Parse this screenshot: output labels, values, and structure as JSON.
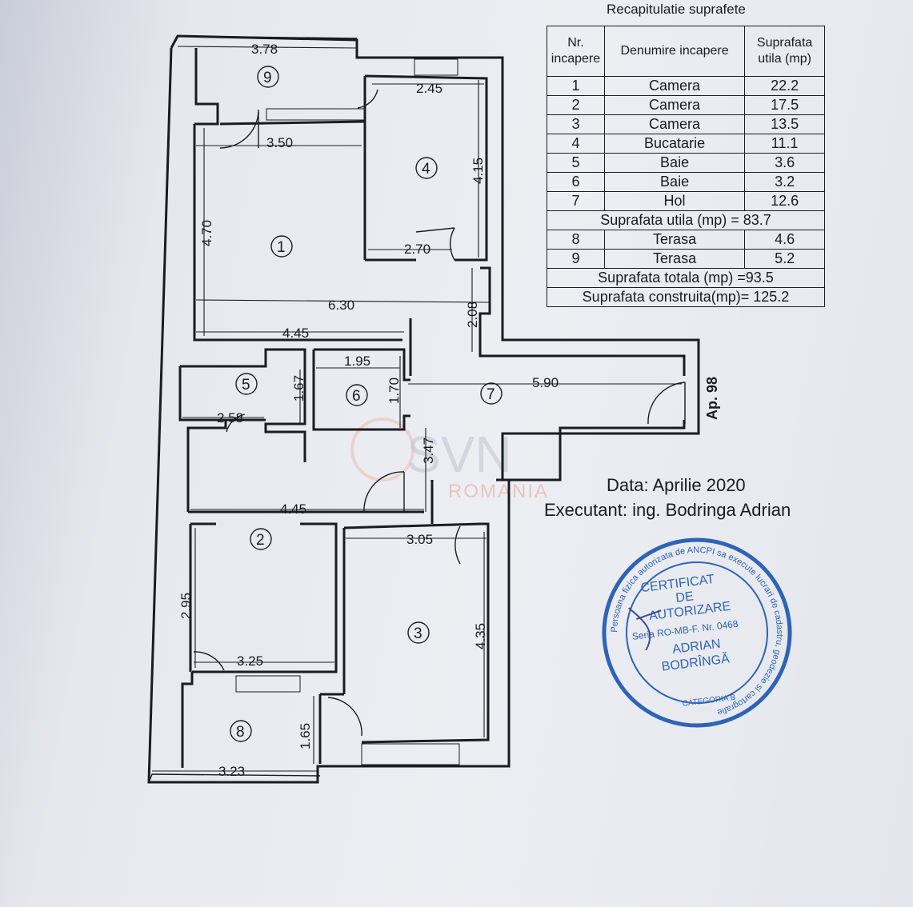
{
  "table": {
    "title": "Recapitulatie suprafete",
    "headers": {
      "nr": "Nr. incapere",
      "name": "Denumire incapere",
      "area": "Suprafata utila (mp)"
    },
    "rows": [
      {
        "nr": "1",
        "name": "Camera",
        "area": "22.2"
      },
      {
        "nr": "2",
        "name": "Camera",
        "area": "17.5"
      },
      {
        "nr": "3",
        "name": "Camera",
        "area": "13.5"
      },
      {
        "nr": "4",
        "name": "Bucatarie",
        "area": "11.1"
      },
      {
        "nr": "5",
        "name": "Baie",
        "area": "3.6"
      },
      {
        "nr": "6",
        "name": "Baie",
        "area": "3.2"
      },
      {
        "nr": "7",
        "name": "Hol",
        "area": "12.6"
      }
    ],
    "useful_total": "Suprafata utila (mp) = 83.7",
    "terrace_rows": [
      {
        "nr": "8",
        "name": "Terasa",
        "area": "4.6"
      },
      {
        "nr": "9",
        "name": "Terasa",
        "area": "5.2"
      }
    ],
    "total": "Suprafata totala (mp) =93.5",
    "built": "Suprafata construita(mp)= 125.2"
  },
  "info": {
    "date": "Data: Aprilie 2020",
    "executant": "Executant: ing. Bodringa  Adrian"
  },
  "plan": {
    "apartment": "Ap. 98",
    "rooms": [
      "1",
      "2",
      "3",
      "4",
      "5",
      "6",
      "7",
      "8",
      "9"
    ],
    "dims": {
      "d378": "3.78",
      "d245": "2.45",
      "d350": "3.50",
      "d415": "4.15",
      "d470": "4.70",
      "d270": "2.70",
      "d630": "6.30",
      "d208": "2.08",
      "d445a": "4.45",
      "d195": "1.95",
      "d167": "1.67",
      "d170": "1.70",
      "d590": "5.90",
      "d258": "2.58",
      "d347": "3.47",
      "d445b": "4.45",
      "d305": "3.05",
      "d295": "2.95",
      "d435": "4.35",
      "d325": "3.25",
      "d165": "1.65",
      "d323": "3.23"
    }
  },
  "watermark": {
    "brand": "SVN",
    "sub": "ROMANIA"
  },
  "stamp": {
    "ring_top": "Persoana fizica autorizata de ANCPI sa execute lucrari de cadastru, geodezie si cartografie",
    "line1": "CERTIFICAT",
    "line2": "DE",
    "line3": "AUTORIZARE",
    "series": "Seria RO-MB-F. Nr. 0468",
    "name1": "ADRIAN",
    "name2": "BODRÎNGĂ",
    "category": "CATEGORIA B"
  }
}
